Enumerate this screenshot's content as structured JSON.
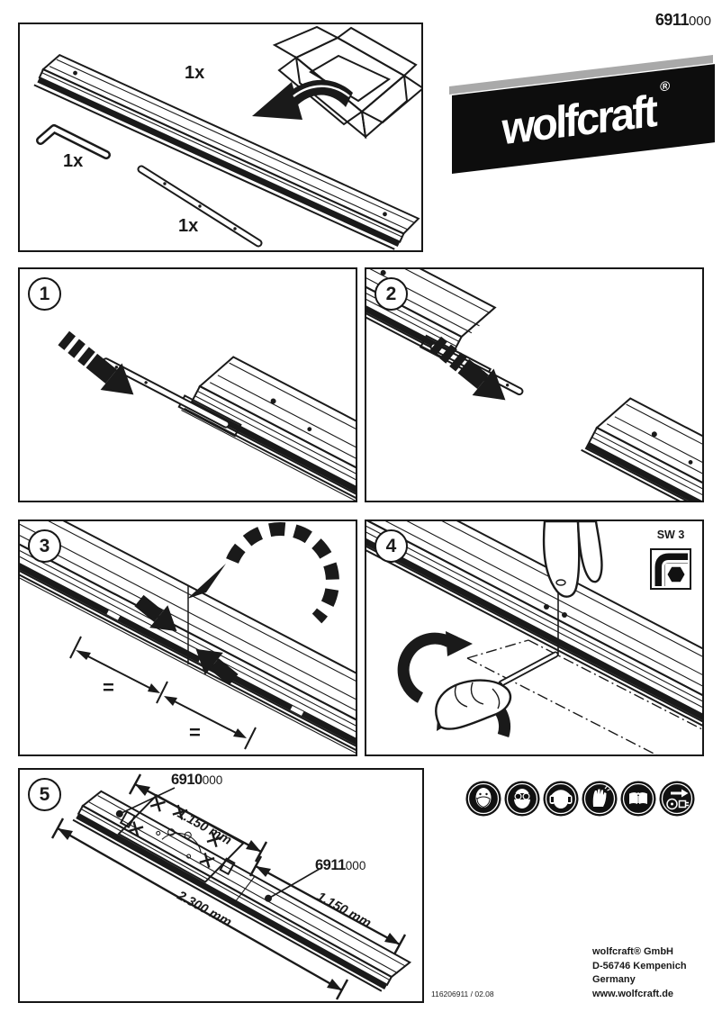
{
  "header": {
    "code_main": "6911",
    "code_suffix": "000"
  },
  "logo": {
    "brand": "wolfcraft",
    "registered": "®"
  },
  "contents": {
    "rail_qty": "1x",
    "key_qty": "1x",
    "bar_qty": "1x"
  },
  "steps": [
    {
      "number": "1"
    },
    {
      "number": "2"
    },
    {
      "number": "3",
      "equal_sign": "="
    },
    {
      "number": "4",
      "wrench_size": "SW 3"
    },
    {
      "number": "5"
    }
  ],
  "step5": {
    "left_code_main": "6910",
    "left_code_suffix": "000",
    "right_code_main": "6911",
    "right_code_suffix": "000",
    "left_length": "1.150 mm",
    "right_length": "1.150 mm",
    "total_length": "2.300 mm"
  },
  "safety": {
    "icons": [
      {
        "name": "wear-dust-mask"
      },
      {
        "name": "wear-eye-protection"
      },
      {
        "name": "wear-ear-protection"
      },
      {
        "name": "wear-gloves"
      },
      {
        "name": "read-instructions"
      },
      {
        "name": "unplug-before-service"
      }
    ]
  },
  "footer": {
    "print_code": "116206911 / 02.08",
    "company": "wolfcraft® GmbH",
    "address_line": "D-56746 Kempenich",
    "country": "Germany",
    "website": "www.wolfcraft.de"
  },
  "colors": {
    "line": "#1a1a1a",
    "logo_black": "#0d0d0d",
    "logo_gray": "#a9a9a9"
  }
}
